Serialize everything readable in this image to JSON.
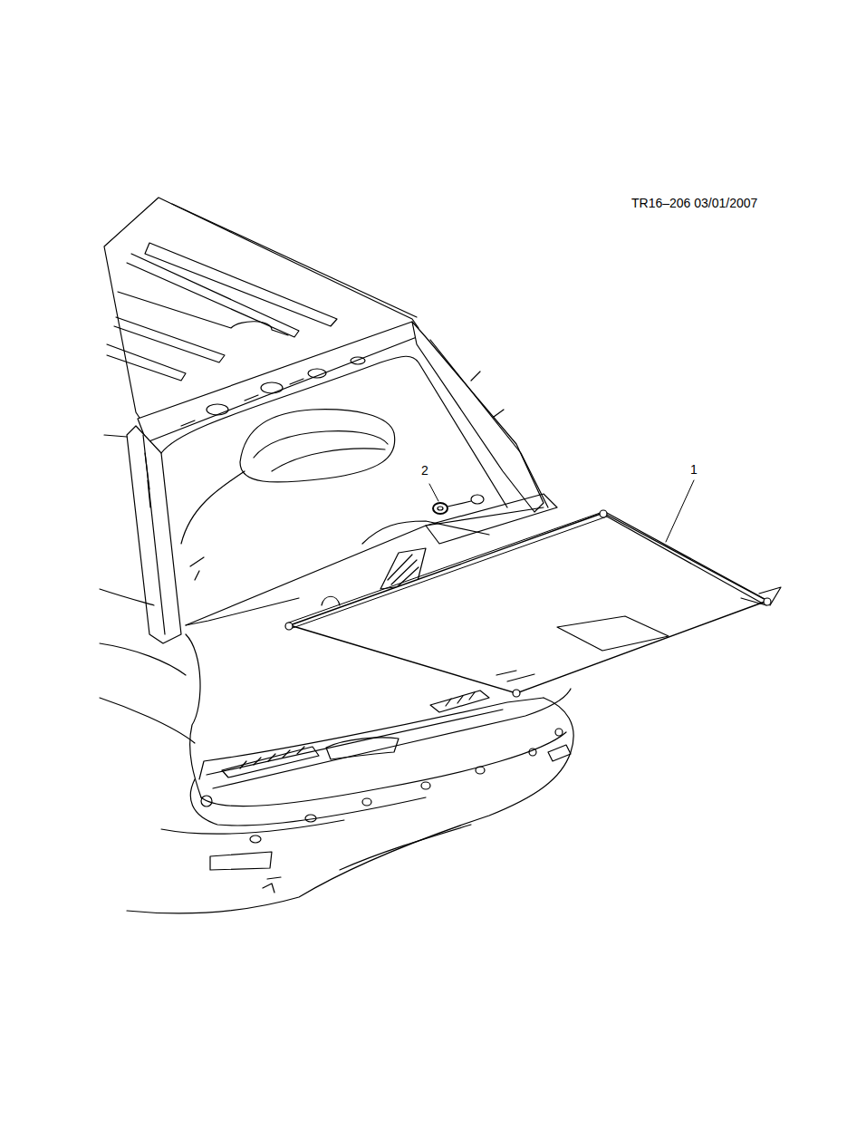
{
  "diagram": {
    "labels": [
      "TR16–206 03/01/2007",
      "1",
      "2"
    ]
  }
}
